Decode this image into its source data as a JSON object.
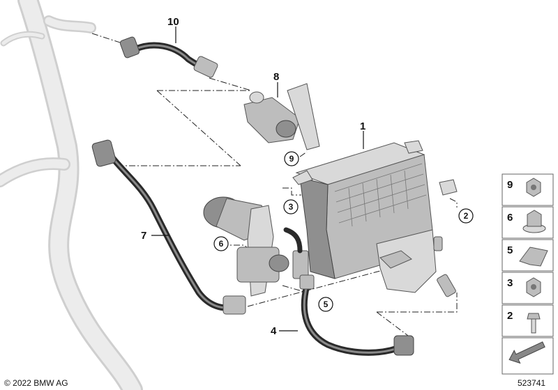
{
  "copyright": "© 2022 BMW AG",
  "diagram_number": "523741",
  "callouts": [
    {
      "id": "c1",
      "label": "1"
    },
    {
      "id": "c4",
      "label": "4"
    },
    {
      "id": "c7",
      "label": "7"
    },
    {
      "id": "c8",
      "label": "8"
    },
    {
      "id": "c10",
      "label": "10"
    }
  ],
  "circled_callouts": [
    {
      "id": "cc9",
      "label": "9"
    },
    {
      "id": "cc3",
      "label": "3"
    },
    {
      "id": "cc2",
      "label": "2"
    },
    {
      "id": "cc6",
      "label": "6"
    },
    {
      "id": "cc5",
      "label": "5"
    }
  ],
  "legend": [
    {
      "id": "l9",
      "label": "9",
      "part": "nut"
    },
    {
      "id": "l6",
      "label": "6",
      "part": "flange-nut"
    },
    {
      "id": "l5",
      "label": "5",
      "part": "clip"
    },
    {
      "id": "l3",
      "label": "3",
      "part": "nut"
    },
    {
      "id": "l2",
      "label": "2",
      "part": "screw"
    }
  ],
  "icons": [
    "arrow-icon"
  ]
}
